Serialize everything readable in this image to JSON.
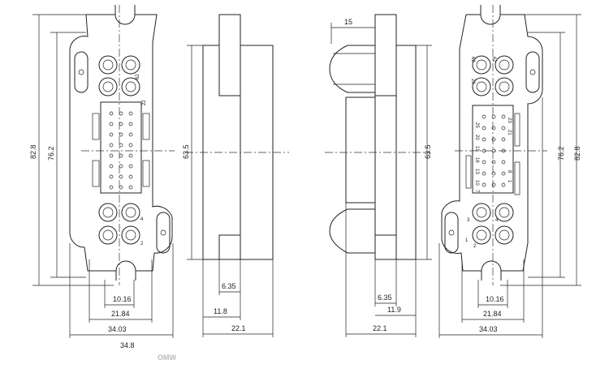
{
  "dimensions": {
    "front_left": {
      "height_overall": "82.8",
      "height_holes": "76.2",
      "width_10_16": "10.16",
      "width_21_84": "21.84",
      "width_34_03": "34.03",
      "width_34_8": "34.8"
    },
    "side_left": {
      "height": "63.5",
      "w_6_35": "6.35",
      "w_11_8": "11.8",
      "w_22_1": "22.1"
    },
    "side_right": {
      "top_15": "15",
      "height": "63.5",
      "w_6_35": "6.35",
      "w_11_9": "11.9",
      "w_22_1": "22.1"
    },
    "front_right": {
      "height_holes": "76.2",
      "height_overall": "82.8",
      "width_10_16": "10.16",
      "width_21_84": "21.84",
      "width_34_03": "34.03"
    }
  },
  "pin_labels": {
    "left": {
      "n62": "62",
      "n22": "22",
      "n4": "4",
      "n2": "2"
    },
    "right": {
      "top_a": "62",
      "top_b": "62",
      "row_22": "22",
      "mid": [
        "25",
        "20",
        "19",
        "16",
        "13",
        "10",
        "7",
        "8",
        "1",
        "23",
        "21"
      ],
      "n3": "3",
      "n4": "4",
      "n1": "1",
      "n2": "2"
    }
  },
  "footer_text": "OMW"
}
